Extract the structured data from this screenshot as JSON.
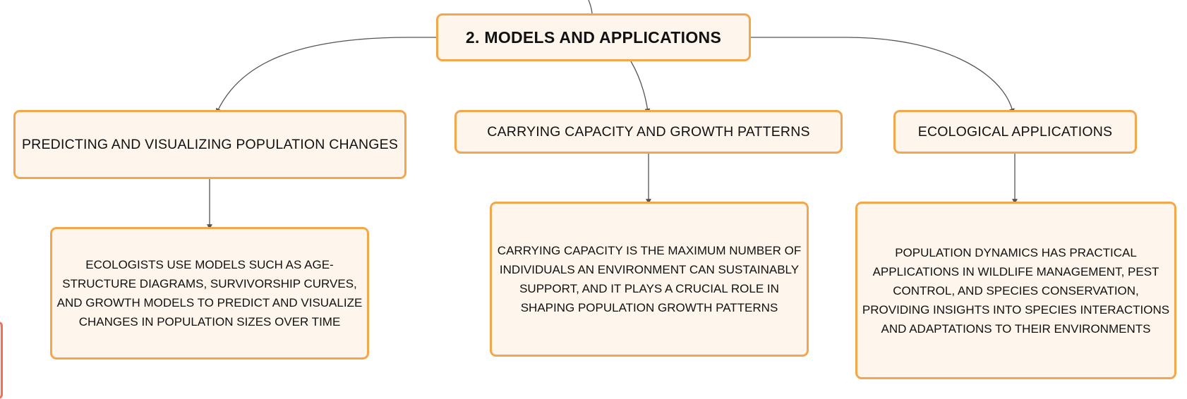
{
  "root": {
    "label": "2. MODELS AND APPLICATIONS"
  },
  "branches": [
    {
      "label": "PREDICTING AND VISUALIZING POPULATION CHANGES",
      "detail": "ECOLOGISTS USE MODELS SUCH AS AGE-STRUCTURE DIAGRAMS, SURVIVORSHIP CURVES, AND GROWTH MODELS TO PREDICT AND VISUALIZE CHANGES IN POPULATION SIZES OVER TIME"
    },
    {
      "label": "CARRYING CAPACITY AND GROWTH PATTERNS",
      "detail": "CARRYING CAPACITY IS THE MAXIMUM NUMBER OF INDIVIDUALS AN ENVIRONMENT CAN SUSTAINABLY SUPPORT, AND IT PLAYS A CRUCIAL ROLE IN SHAPING POPULATION GROWTH PATTERNS"
    },
    {
      "label": "ECOLOGICAL APPLICATIONS",
      "detail": "POPULATION DYNAMICS HAS PRACTICAL APPLICATIONS IN WILDLIFE MANAGEMENT, PEST CONTROL, AND SPECIES CONSERVATION, PROVIDING INSIGHTS INTO SPECIES INTERACTIONS AND ADAPTATIONS TO THEIR ENVIRONMENTS"
    }
  ],
  "colors": {
    "node_fill": "#fef5ec",
    "node_border": "#f4a64a",
    "connector": "#555555"
  }
}
